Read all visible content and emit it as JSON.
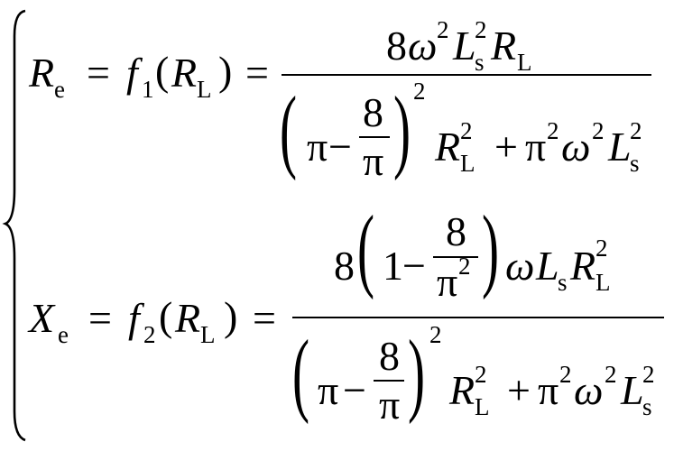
{
  "equations": {
    "eq1": {
      "lhs": "R",
      "lhs_sub": "e",
      "func": "f",
      "func_sub": "1",
      "arg": "R",
      "arg_sub": "L",
      "num_coef": "8",
      "num_omega": "ω",
      "num_omega_sup": "2",
      "num_L": "L",
      "num_L_sup": "2",
      "num_L_sub": "s",
      "num_R": "R",
      "num_R_sub": "L",
      "den_pi": "π",
      "den_minus": "−",
      "den_frac_num": "8",
      "den_frac_den": "π",
      "den_paren_sup": "2",
      "den_R": "R",
      "den_R_sup": "2",
      "den_R_sub": "L",
      "den_plus": "+",
      "den_pi2": "π",
      "den_pi2_sup": "2",
      "den_omega": "ω",
      "den_omega_sup": "2",
      "den_L": "L",
      "den_L_sup": "2",
      "den_L_sub": "s"
    },
    "eq2": {
      "lhs": "X",
      "lhs_sub": "e",
      "func": "f",
      "func_sub": "2",
      "arg": "R",
      "arg_sub": "L",
      "num_coef": "8",
      "num_one": "1",
      "num_minus": "−",
      "num_frac_num": "8",
      "num_frac_den": "π",
      "num_frac_den_sup": "2",
      "num_omega": "ω",
      "num_L": "L",
      "num_L_sub": "s",
      "num_R": "R",
      "num_R_sup": "2",
      "num_R_sub": "L",
      "den_pi": "π",
      "den_minus": "−",
      "den_frac_num": "8",
      "den_frac_den": "π",
      "den_paren_sup": "2",
      "den_R": "R",
      "den_R_sup": "2",
      "den_R_sub": "L",
      "den_plus": "+",
      "den_pi2": "π",
      "den_pi2_sup": "2",
      "den_omega": "ω",
      "den_omega_sup": "2",
      "den_L": "L",
      "den_L_sup": "2",
      "den_L_sub": "s"
    },
    "symbols": {
      "equals": "=",
      "lparen": "(",
      "rparen": ")"
    }
  }
}
